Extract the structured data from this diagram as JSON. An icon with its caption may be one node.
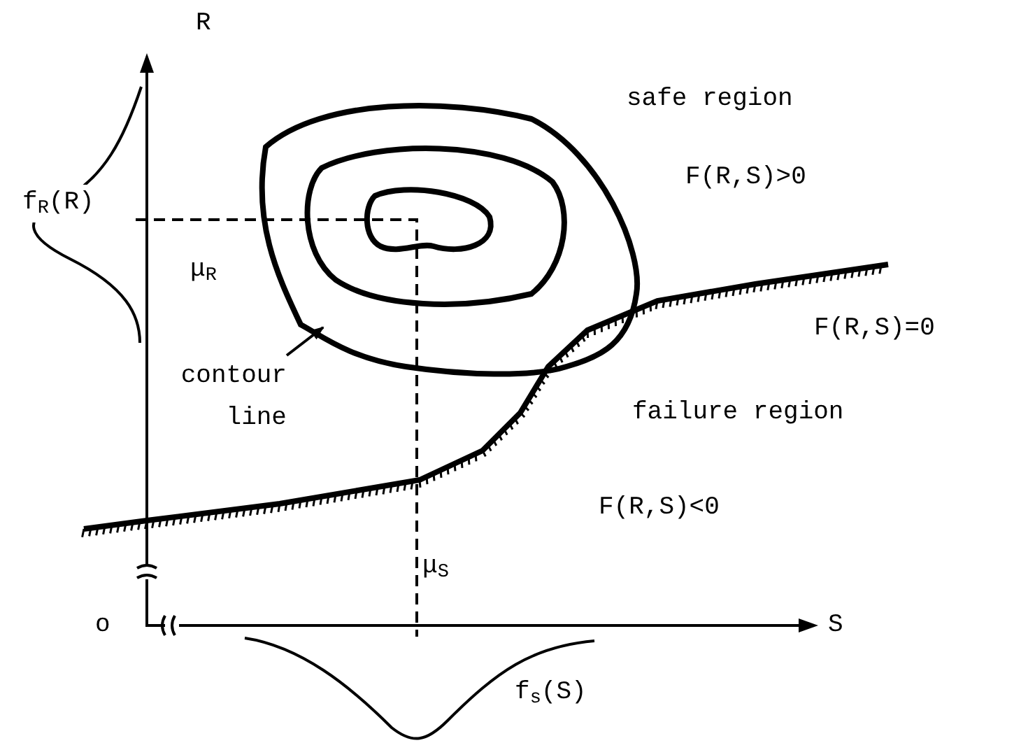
{
  "diagram": {
    "nodes": [
      {
        "text": [
          "contour line"
        ]
      },
      {
        "text": [],
        "shape": "picture"
      }
    ],
    "edges": [
      {
        "from": 0,
        "to": 1,
        "arrow": "to"
      }
    ],
    "labels": [
      "R",
      "f$_{R}$(R)",
      "safe region",
      "F(R,S)>0",
      "μ$_{R}$",
      "F(R,S)=0",
      "failure region",
      "F(R,S)<0",
      "μ$_{S}$",
      "o",
      "S",
      "f$_{s}$(S)"
    ]
  }
}
